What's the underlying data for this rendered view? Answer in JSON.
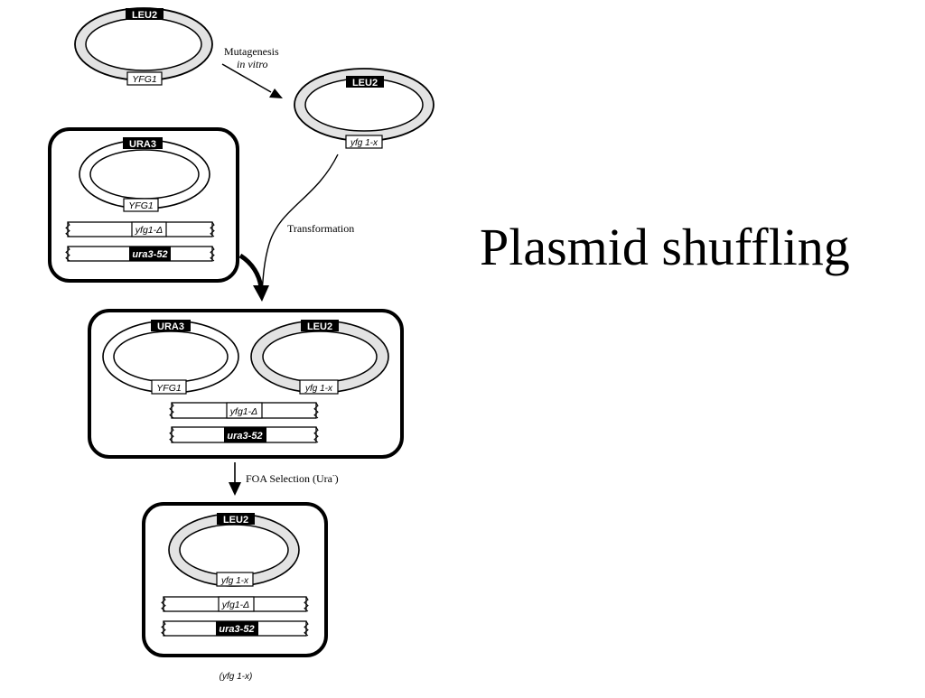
{
  "slide": {
    "title": "Plasmid shuffling"
  },
  "colors": {
    "plasmid_fill_gray": "#e3e3e3",
    "plasmid_fill_white": "#ffffff",
    "stroke": "#000000",
    "marker_dark": "#000000",
    "marker_light": "#ffffff"
  },
  "diagram": {
    "step_labels": {
      "mutagenesis": "Mutagenesis",
      "in_vitro": "in vitro",
      "transformation": "Transformation",
      "foa_selection": "FOA Selection (Ura",
      "foa_superscript": "-",
      "foa_close": ")",
      "final_genotype": "(yfg 1-x)"
    },
    "plasmids": {
      "p1": {
        "marker": "LEU2",
        "gene": "YFG1",
        "ring": "gray"
      },
      "p2": {
        "marker": "LEU2",
        "gene": "yfg 1-x",
        "ring": "gray"
      },
      "cell1_plasmid": {
        "marker": "URA3",
        "gene": "YFG1",
        "ring": "white"
      },
      "cell2_plasmid_a": {
        "marker": "URA3",
        "gene": "YFG1",
        "ring": "white"
      },
      "cell2_plasmid_b": {
        "marker": "LEU2",
        "gene": "yfg 1-x",
        "ring": "gray"
      },
      "cell3_plasmid": {
        "marker": "LEU2",
        "gene": "yfg 1-x",
        "ring": "gray"
      }
    },
    "chromosomes": {
      "deletion": "yfg1-Δ",
      "ura_allele": "ura3-52"
    }
  }
}
